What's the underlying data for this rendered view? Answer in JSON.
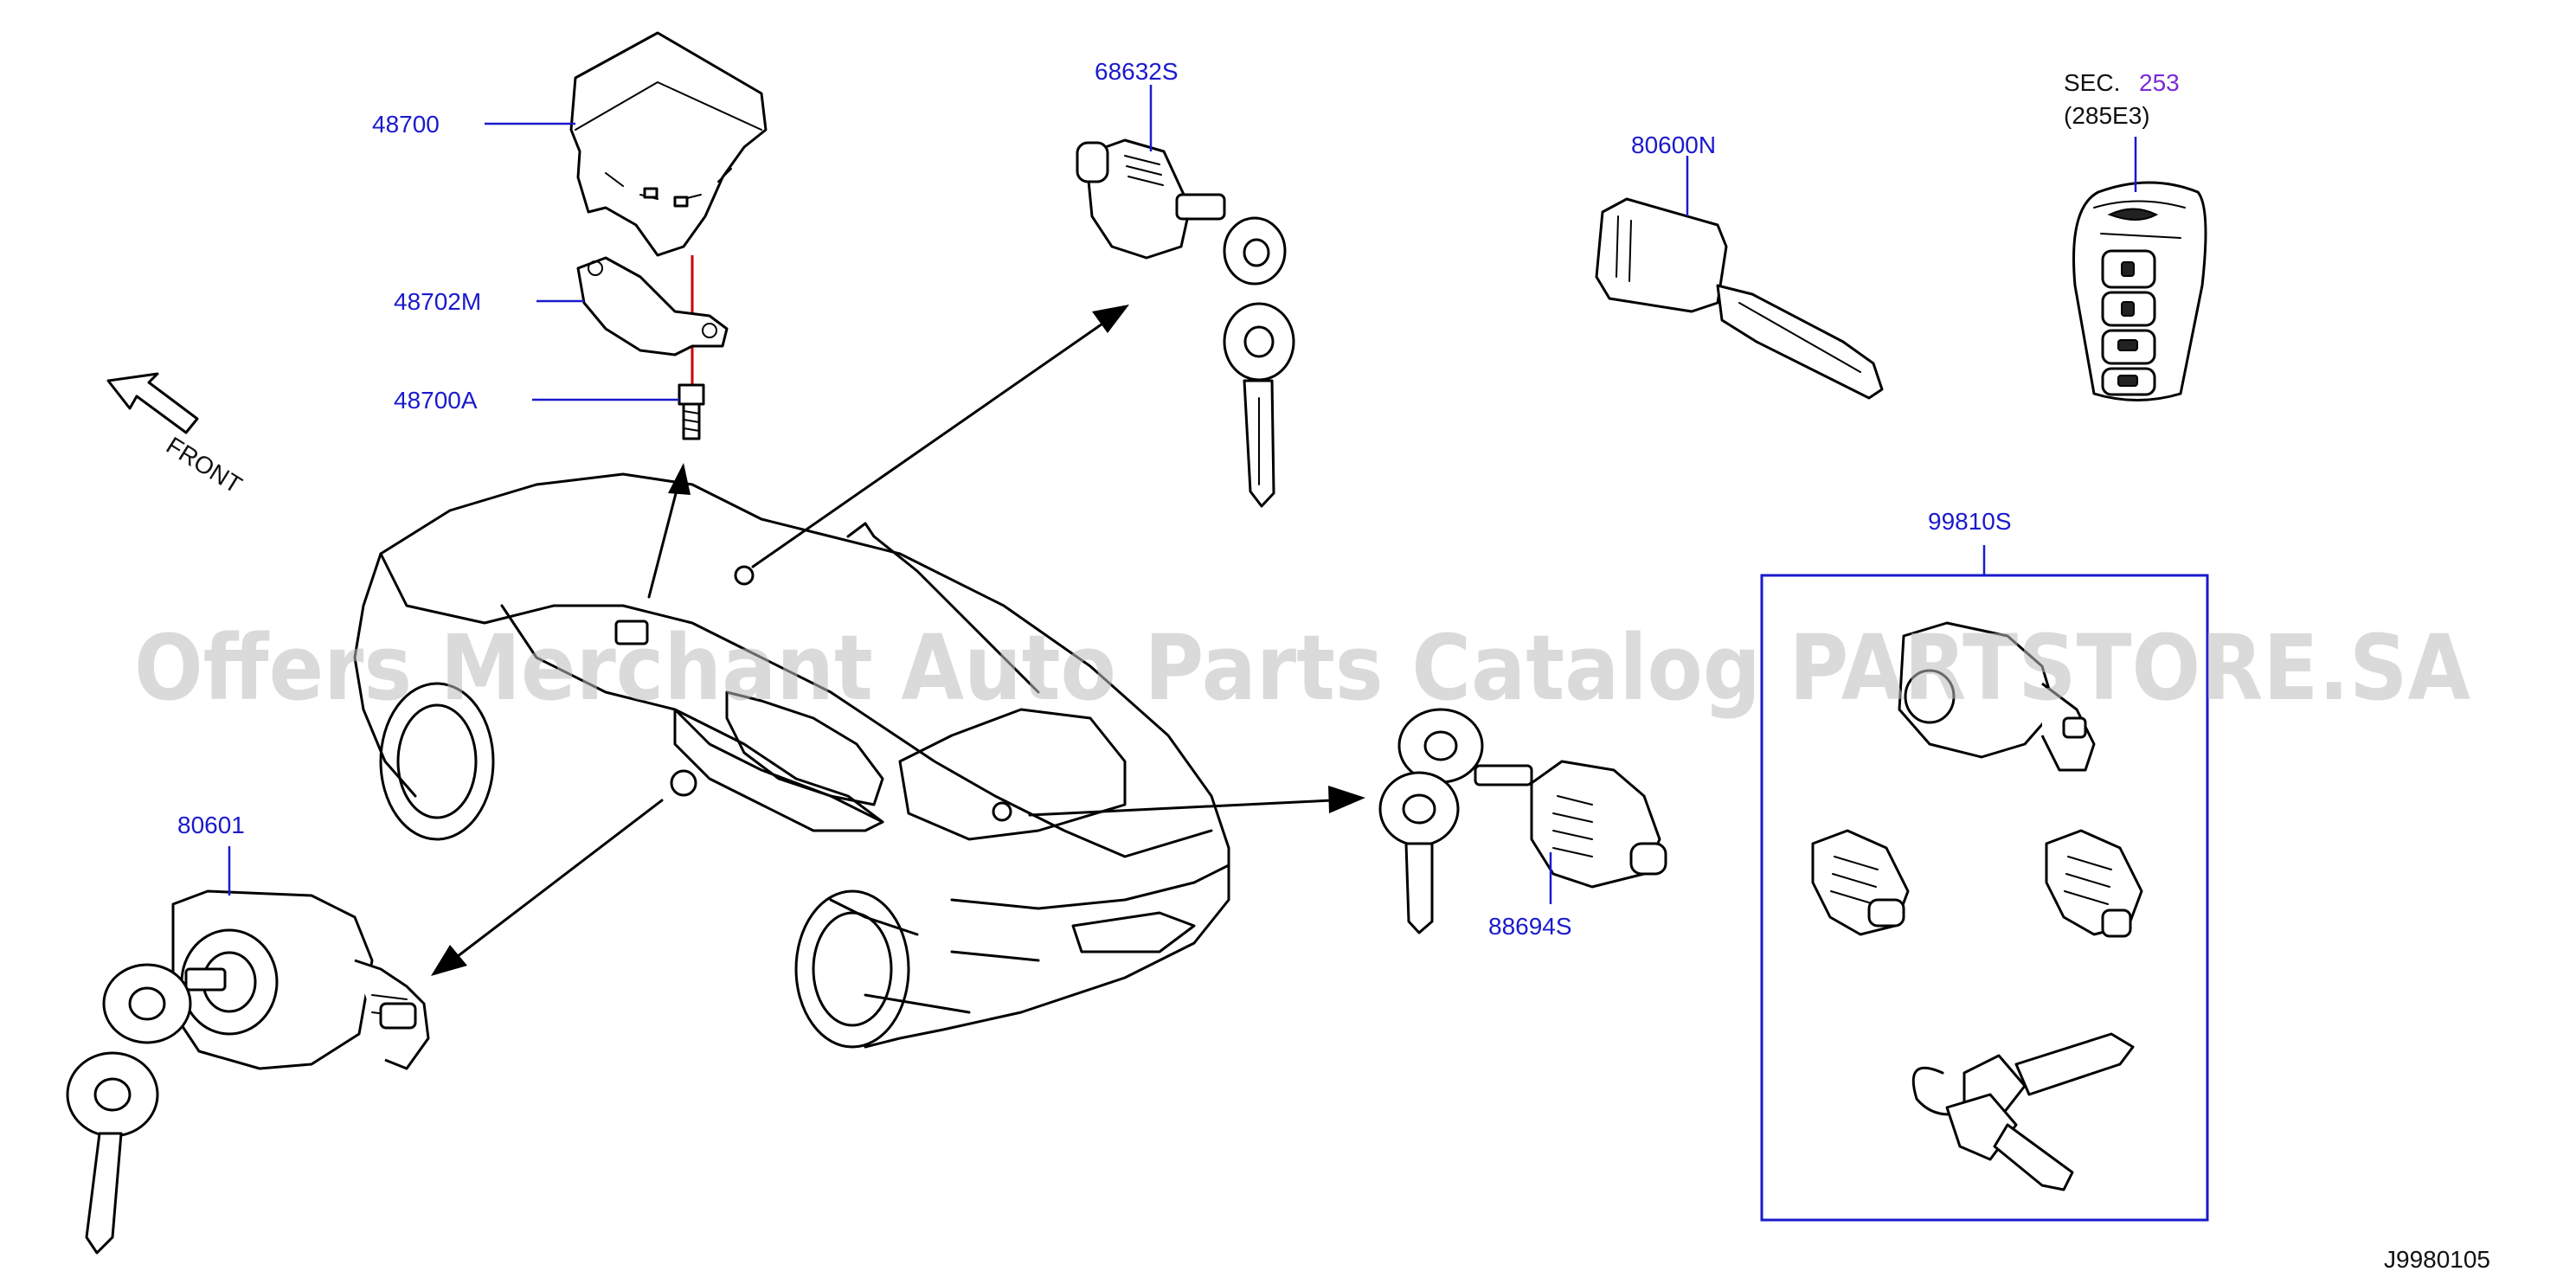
{
  "parts": {
    "p48700": "48700",
    "p48702M": "48702M",
    "p48700A": "48700A",
    "p68632S": "68632S",
    "p80600N": "80600N",
    "p80601": "80601",
    "p88694S": "88694S",
    "p99810S": "99810S"
  },
  "section": {
    "prefix": "SEC.",
    "number": "253",
    "sub": "(285E3)"
  },
  "front_label": "FRONT",
  "diagram_code": "J9980105",
  "watermark": "Offers Merchant Auto Parts Catalog PARTSTORE.SA",
  "colors": {
    "part_link": "#1a1acc",
    "section_link": "#7a2bd6",
    "kit_box": "#1a1acc",
    "connector": "#cc0000"
  }
}
